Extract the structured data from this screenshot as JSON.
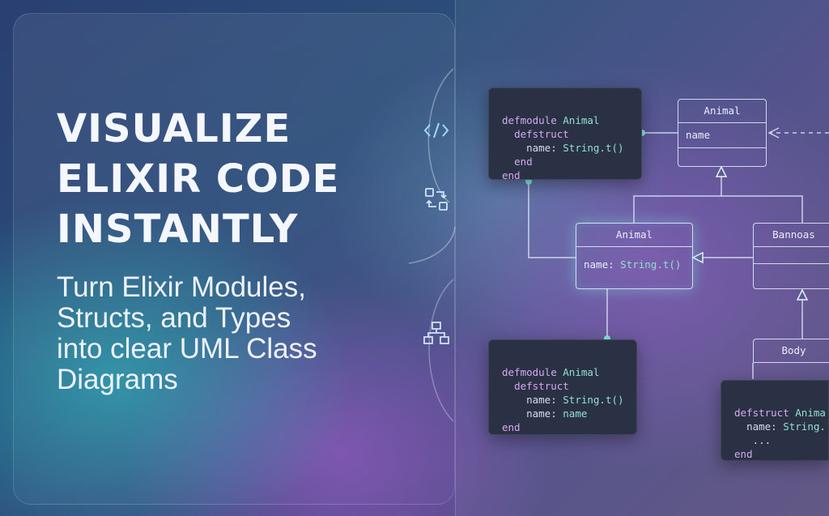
{
  "hero": {
    "headline": [
      "VISUALIZE",
      "ELIXIR CODE",
      "INSTANTLY"
    ],
    "subheadline": [
      "Turn Elixir Modules,",
      "Structs, and Types",
      "into clear UML Class",
      "Diagrams"
    ]
  },
  "icons": [
    "code-icon",
    "transform-icon",
    "hierarchy-icon"
  ],
  "code_blocks": {
    "top": {
      "l1_kw": "defmodule",
      "l1_mod": "Animal",
      "l2_kw": "defstruct",
      "l3_field": "name:",
      "l3_type": "String.t()",
      "l4_kw": "end",
      "l5_kw": "end"
    },
    "middle": {
      "l1_kw": "defmodule",
      "l1_mod": "Animal",
      "l2_kw": "defstruct",
      "l3_field": "name:",
      "l3_type": "String.t()",
      "l4_field": "name:",
      "l4_type": "name",
      "l5_kw": "end"
    },
    "bottom": {
      "l1_kw": "defstruct",
      "l1_mod": "Anima",
      "l2_field": "name:",
      "l2_type": "String.",
      "l3_text": "...",
      "l4_kw": "end"
    }
  },
  "uml_classes": {
    "animal_top": {
      "name": "Animal",
      "attr": "name"
    },
    "animal_mid": {
      "name": "Animal",
      "attr_field": "name:",
      "attr_type": "String.t()"
    },
    "bannoas": {
      "name": "Bannoas"
    },
    "body": {
      "name": "Body"
    }
  },
  "colors": {
    "accent": "#7fe8dc",
    "keyword": "#d7a8f0",
    "module": "#8fe0d0"
  }
}
